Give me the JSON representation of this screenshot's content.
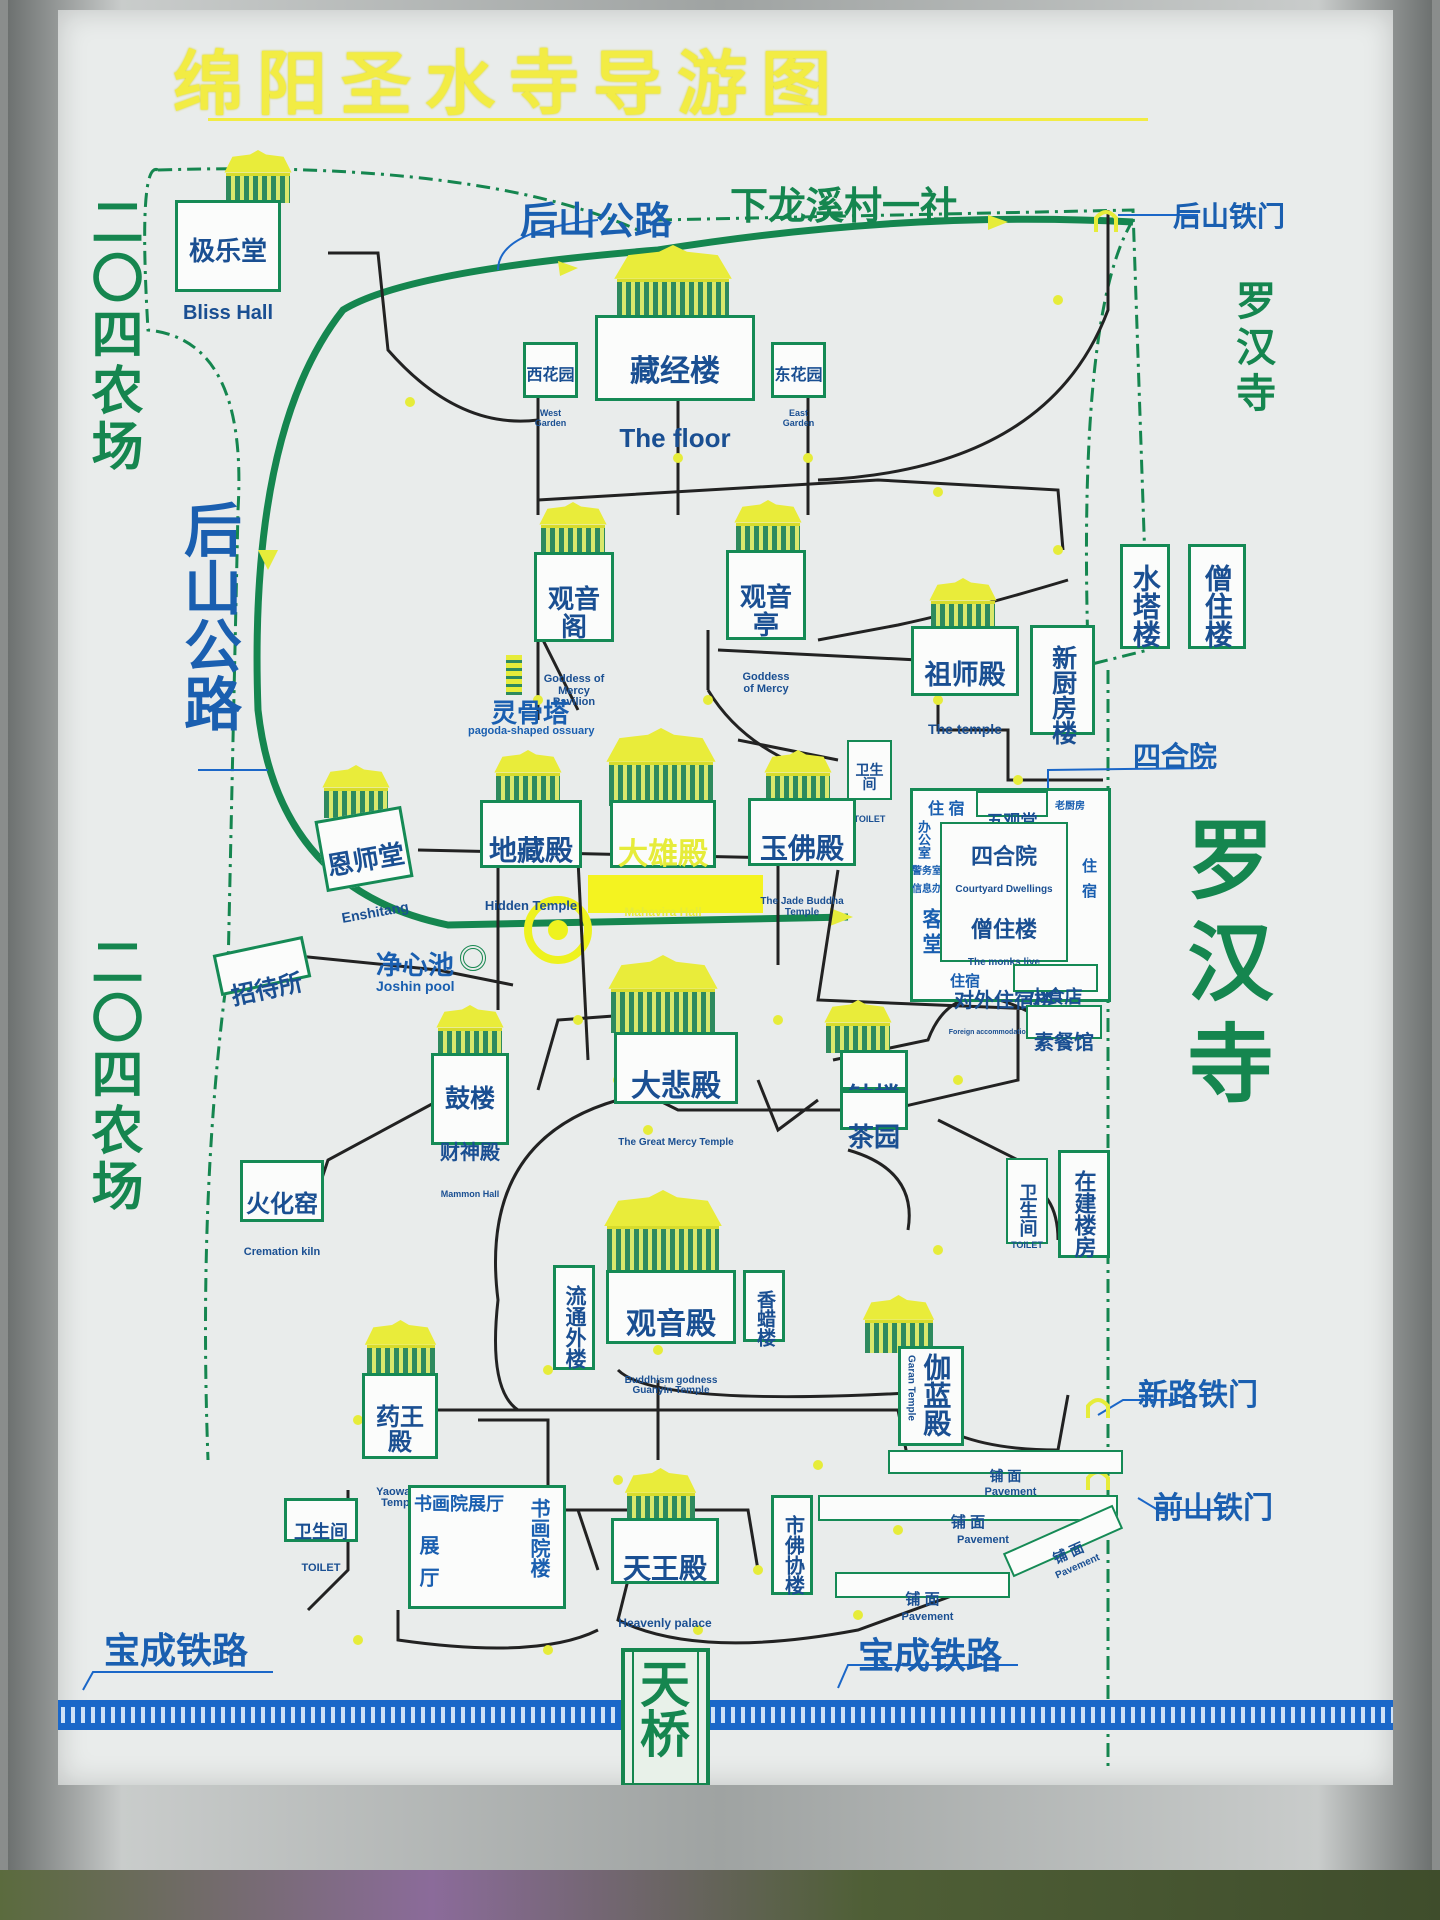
{
  "title": "绵阳圣水寺导游图",
  "colors": {
    "route_green": "#15864f",
    "label_blue": "#1a5fb0",
    "title_yellow": "#f2ec44",
    "road_black": "#222222",
    "rail_blue": "#1b67c8"
  },
  "roads": {
    "back_mountain_top": "后山公路",
    "back_mountain_left": "后山公路",
    "village": "下龙溪村一社",
    "railway_left": "宝成铁路",
    "railway_right": "宝成铁路"
  },
  "farms": {
    "farm_top": "二〇四农场",
    "farm_bottom": "二〇四农场"
  },
  "gates": {
    "back_gate": "后山铁门",
    "new_road_gate": "新路铁门",
    "front_gate": "前山铁门",
    "courtyard": "四合院",
    "bridge": "天桥"
  },
  "luohan": {
    "side_small": "罗汉寺",
    "side_big": "罗汉寺"
  },
  "buildings": {
    "jile": {
      "cn": "极乐堂",
      "en": "Bliss Hall"
    },
    "cangjing": {
      "cn": "藏经楼",
      "en": "The floor"
    },
    "west_garden": {
      "cn": "西花园",
      "en": "West Garden"
    },
    "east_garden": {
      "cn": "东花园",
      "en": "East Garden"
    },
    "guanyin_ge": {
      "cn": "观音阁",
      "en": "Goddess of\nMercy Pavilion"
    },
    "guanyin_ting": {
      "cn": "观音亭",
      "en": "Goddess\nof Mercy"
    },
    "water_tower": {
      "cn": "水塔楼"
    },
    "monk_residence": {
      "cn": "僧住楼"
    },
    "zushi": {
      "cn": "祖师殿",
      "en": "The temple"
    },
    "new_kitchen": {
      "cn": "新厨房楼"
    },
    "linggu": {
      "cn": "灵骨塔",
      "en": "pagoda-shaped ossuary"
    },
    "toilet_upper": {
      "cn": "卫生间",
      "en": "TOILET"
    },
    "enshi": {
      "cn": "恩师堂",
      "en": "Enshitang"
    },
    "dizang": {
      "cn": "地藏殿",
      "en": "Hidden Temple"
    },
    "daxiong": {
      "cn": "大雄殿",
      "en": "Mahavira Hall"
    },
    "yufo": {
      "cn": "玉佛殿",
      "en": "The Jade Buddha Temple"
    },
    "siheyuan": {
      "cn": "四合院",
      "en": "Courtyard Dwellings"
    },
    "sengzhu": {
      "cn": "僧住楼",
      "en": "The monks live"
    },
    "foreign": {
      "cn": "对外住宿楼",
      "en": "Foreign accommodation building"
    },
    "zhusu_top": {
      "cn": "住 宿"
    },
    "wuguan": {
      "cn": "五观堂"
    },
    "laoyuan": {
      "cn": "老厨房"
    },
    "bangong": {
      "cn": "办公室"
    },
    "zhuzhi": {
      "cn": "警务室"
    },
    "xinxi": {
      "cn": "信息办"
    },
    "kete": {
      "cn": "客堂"
    },
    "zhusu_right": {
      "cn": "住宿"
    },
    "zhusu_bottom": {
      "cn": "住宿"
    },
    "xiaoshi": {
      "cn": "小食店"
    },
    "sucan": {
      "cn": "素餐馆"
    },
    "zhaodai": {
      "cn": "招待所"
    },
    "jingxin": {
      "cn": "净心池",
      "en": "Joshin pool"
    },
    "gulou": {
      "cn": "鼓楼"
    },
    "caishen": {
      "cn": "财神殿",
      "en": "Mammon Hall"
    },
    "dabei": {
      "cn": "大悲殿",
      "en": "The Great Mercy Temple"
    },
    "zhonglou": {
      "cn": "钟楼"
    },
    "chayuan": {
      "cn": "茶园"
    },
    "huohua": {
      "cn": "火化窑",
      "en": "Cremation kiln"
    },
    "toilet_mid": {
      "cn": "卫生间",
      "en": "TOILET"
    },
    "zaijian": {
      "cn": "在建楼房"
    },
    "liutong": {
      "cn": "流通外楼"
    },
    "guanyin_dian": {
      "cn": "观音殿",
      "en": "Buddhism godness\nGuanyin Temple"
    },
    "xianglou": {
      "cn": "香蜡楼"
    },
    "yaowang": {
      "cn": "药王殿",
      "en": "Yaowang\nTemple"
    },
    "jialan": {
      "cn": "伽蓝殿",
      "en": "Garan Temple"
    },
    "toilet_low": {
      "cn": "卫生间",
      "en": "TOILET"
    },
    "shuhua_hall": {
      "cn": "书画院展厅"
    },
    "zhanting": {
      "cn": "展厅"
    },
    "shuhua_lou": {
      "cn": "书画院楼"
    },
    "tianwang": {
      "cn": "天王殿",
      "en": "Heavenly palace"
    },
    "shifo": {
      "cn": "市佛协楼"
    },
    "pave1": {
      "cn": "铺 面",
      "en": "Pavement"
    },
    "pave2": {
      "cn": "铺 面",
      "en": "Pavement"
    },
    "pave3": {
      "cn": "铺 面",
      "en": "Pavement"
    },
    "pave4": {
      "cn": "铺 面",
      "en": "Pavement"
    }
  }
}
